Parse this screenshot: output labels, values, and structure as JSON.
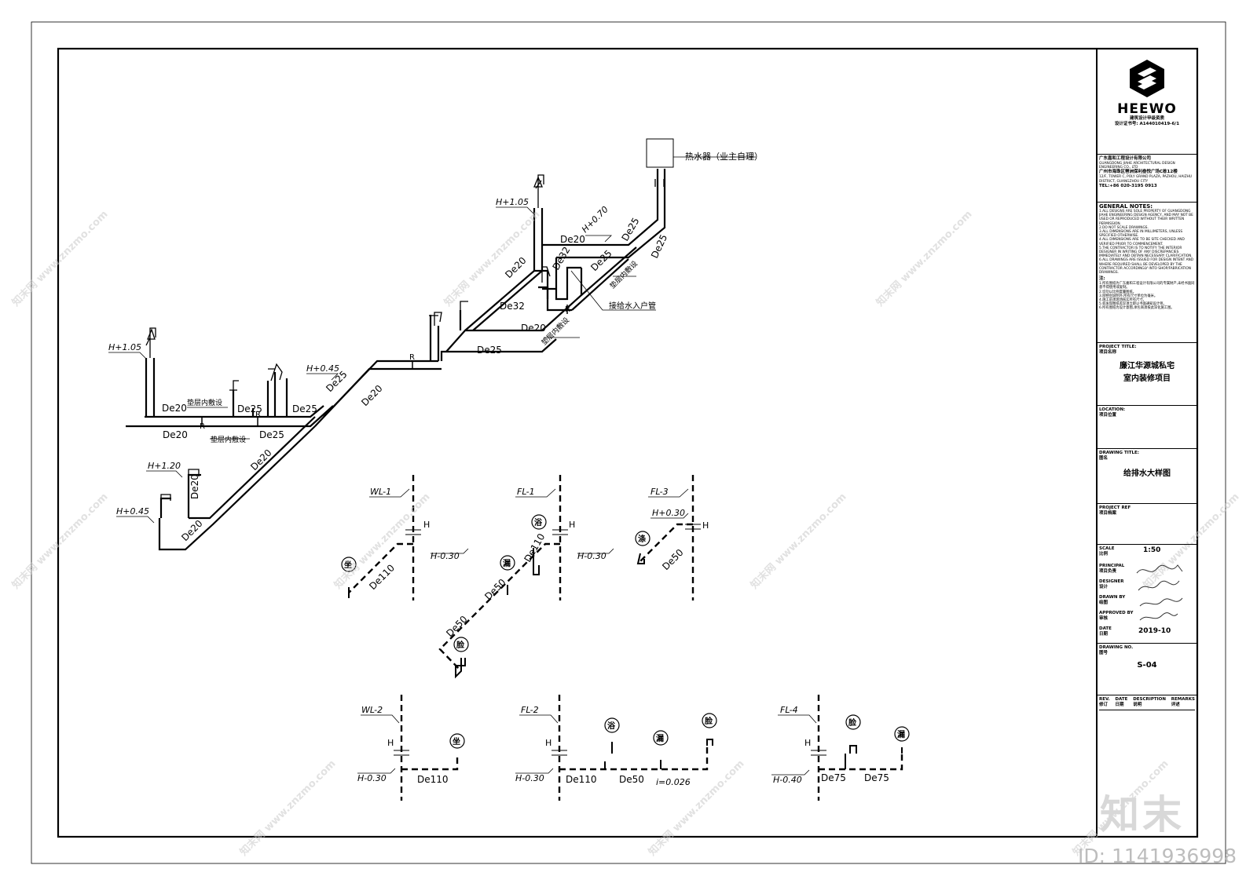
{
  "title_block": {
    "brand": "HEEWO",
    "qualification": "建筑设计甲级资质",
    "cert_no": "设计证书号: A144010419-6/1",
    "company_cn": "广东嘉和工程设计有限公司",
    "company_en": "GUANGDONG JIAHE ARCHITECTURAL DESIGN ENGINEERING CO., LTD",
    "address_cn": "广州市海珠区琶洲保利叁悦广场C栋12楼",
    "address_en": "12/F, TOWER C, POLY GRAND PLAZA, PAZHOU, HAIZHU DISTRICT, GUANGZHOU CITY",
    "tel": "TEL:+86 020-3195 0913",
    "general_notes_title": "GENERAL NOTES:",
    "general_notes": [
      "1.ALL DESIGNS ARE SOLE PROPERTY OF GUANGDONG JIAHE ENGINEERING DESIGN AGENCY, AND MAY NOT BE USED OR REPRODUCED WITHOUT THEIR WRITTEN PERMISSION.",
      "2.DO NOT SCALE DRAWINGS.",
      "3.ALL DIMENSIONS ARE IN MILLIMETERS, UNLESS SPECIFIED OTHERWISE.",
      "4.ALL DIMENSIONS ARE TO BE SITE CHECKED AND VERIFIED PRIOR TO COMMENCEMENT.",
      "5.THE CONTRACTOR IS TO NOTIFY THE INTERIOR DESIGNER IN WRITING OF ANY DISCREPANCIES IMMEDIATELY AND OBTAIN NECESSARY CLARIFICATION.",
      "6.ALL DRAWINGS ARE ISSUED FOR DESIGN INTENT AND WHERE REQUIRED SHALL BE DEVELOPED BY THE CONTRACTOR ACCORDINGLY INTO SHOP/FABRICATION DRAWINGS."
    ],
    "notes_cn_title": "注:",
    "notes_cn": [
      "1.所有图纸为广东嘉和工程设计有限公司的专属财产,未经书面同意不得使用或复制。",
      "2.切勿以比例度量图纸。",
      "3.除特别说明外,所有尺寸单位为毫米。",
      "4.施工前须现场核实所有尺寸。",
      "5.如发现图纸差异须立即以书面通知设计师。",
      "6.所有图纸为设计意图,承包商须按此深化施工图。"
    ],
    "project_title_en": "PROJECT TITLE:",
    "project_title_cn": "项目名称",
    "project_name_line1": "廉江华源城私宅",
    "project_name_line2": "室内装修项目",
    "location_en": "LOCATION:",
    "location_cn": "项目位置",
    "drawing_title_en": "DRAWING TITLE:",
    "drawing_title_cn": "图名",
    "drawing_title": "给排水大样图",
    "project_ref_en": "PROJECT REF",
    "project_ref_cn": "项目档案",
    "scale_en": "SCALE",
    "scale_cn": "比例",
    "scale": "1:50",
    "principal_en": "PRINCIPAL",
    "principal_cn": "项目负责",
    "designer_en": "DESIGNER",
    "designer_cn": "设计",
    "drawn_en": "DRAWN BY",
    "drawn_cn": "绘图",
    "approved_en": "APPROVED BY",
    "approved_cn": "审核",
    "date_en": "DATE",
    "date_cn": "日期",
    "date": "2019-10",
    "drawing_no_en": "DRAWING NO.",
    "drawing_no_cn": "图号",
    "drawing_no": "S-04",
    "rev_headers": [
      {
        "en": "REV.",
        "cn": "修订"
      },
      {
        "en": "DATE",
        "cn": "日期"
      },
      {
        "en": "DESCRIPTION",
        "cn": "说明"
      },
      {
        "en": "REMARKS",
        "cn": "评述"
      }
    ],
    "logo_stamp": "知末"
  },
  "supply_diagram": {
    "heater_label": "热水器（业主自理）",
    "inlet_label": "接给水入户管",
    "embedded_1": "垫层内敷设",
    "embedded_2": "垫层内敷设",
    "embedded_3": "垫层内敷设",
    "embedded_4": "垫层内敷设",
    "h_105_a": "H+1.05",
    "h_105_b": "H+1.05",
    "h_045_a": "H+0.45",
    "h_120": "H+1.20",
    "h_045_b": "H+0.45",
    "h_070": "H+0.70",
    "pipe_labels": [
      "De20",
      "De20",
      "De25",
      "De25",
      "De25",
      "De25",
      "De20",
      "De20",
      "De20",
      "De20",
      "De25",
      "De32",
      "De20",
      "De20",
      "De32",
      "De25",
      "De25",
      "De25",
      "De20"
    ],
    "r_labels": [
      "R",
      "R",
      "R",
      "R"
    ]
  },
  "drain_diagrams": {
    "wl1": {
      "tag": "WL-1",
      "h": "H-0.30",
      "vent": "H",
      "pipe": "De110",
      "fixture": "坐"
    },
    "fl1": {
      "tag": "FL-1",
      "h": "H-0.30",
      "vent": "H",
      "pipe_a": "De110",
      "pipe_b": "De50",
      "pipe_c": "De50",
      "fixture_a": "浴",
      "fixture_b": "漏",
      "fixture_c": "脸"
    },
    "fl3": {
      "tag": "FL-3",
      "h": "H+0.30",
      "vent": "H",
      "pipe": "De50",
      "fixture": "涤"
    },
    "wl2": {
      "tag": "WL-2",
      "h": "H-0.30",
      "vent": "H",
      "pipe": "De110",
      "fixture": "坐"
    },
    "fl2": {
      "tag": "FL-2",
      "h": "H-0.30",
      "vent": "H",
      "pipe_a": "De110",
      "pipe_b": "De50",
      "slope": "i=0.026",
      "fixture_a": "浴",
      "fixture_b": "漏",
      "fixture_c": "脸"
    },
    "fl4": {
      "tag": "FL-4",
      "h": "H-0.40",
      "vent": "H",
      "pipe_a": "De75",
      "pipe_b": "De75",
      "fixture_a": "脸",
      "fixture_b": "漏"
    }
  },
  "watermark": {
    "text": "知末网 www.znzmo.com",
    "logo": "知末",
    "id": "ID: 1141936998"
  }
}
